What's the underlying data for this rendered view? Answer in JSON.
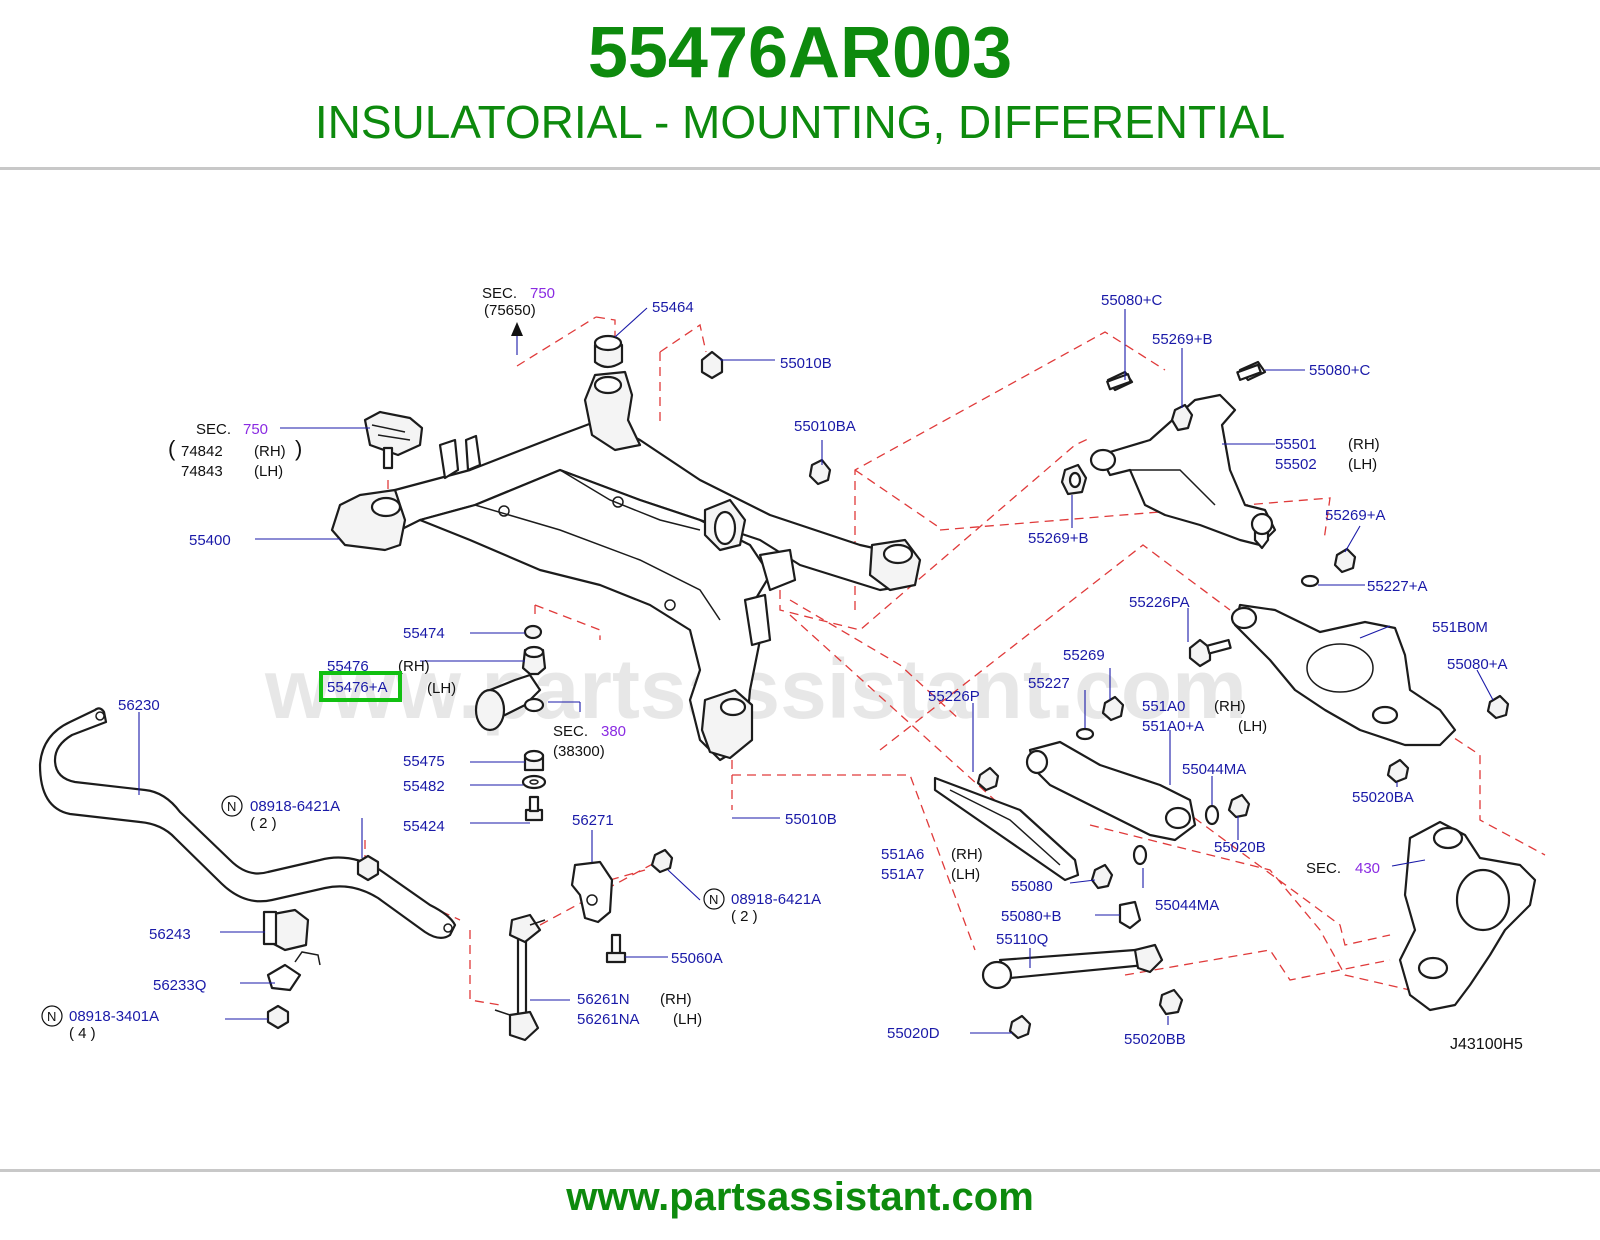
{
  "header": {
    "part_number": "55476AR003",
    "description": "INSULATORIAL - MOUNTING, DIFFERENTIAL"
  },
  "footer": {
    "website": "www.partsassistant.com"
  },
  "watermark": "www.partsassistant.com",
  "diagram_code": "J43100H5",
  "highlight_color": "#11c011",
  "brand_color": "#0d8a0d",
  "sections": {
    "sec750_top": {
      "prefix": "SEC.",
      "num": "750",
      "sub": "(75650)"
    },
    "sec750_left": {
      "prefix": "SEC.",
      "num": "750"
    },
    "sec380": {
      "prefix": "SEC.",
      "num": "380",
      "sub": "(38300)"
    },
    "sec430": {
      "prefix": "SEC.",
      "num": "430"
    }
  },
  "labels": {
    "p55464": "55464",
    "p55010B_a": "55010B",
    "p55010BA": "55010BA",
    "p74842": "74842",
    "p74843": "74843",
    "p55400": "55400",
    "p55474": "55474",
    "p55476": "55476",
    "p55476A": "55476+A",
    "p55475": "55475",
    "p55482": "55482",
    "p55424": "55424",
    "p56230": "56230",
    "pN08918_6421A_a": "08918-6421A",
    "q2_a": "( 2 )",
    "p56243": "56243",
    "p56233Q": "56233Q",
    "pN08918_3401A": "08918-3401A",
    "q4": "( 4 )",
    "p56271": "56271",
    "pN08918_6421A_b": "08918-6421A",
    "q2_b": "( 2 )",
    "p55060A": "55060A",
    "p56261N": "56261N",
    "p56261NA": "56261NA",
    "p55010B_b": "55010B",
    "p55080C_a": "55080+C",
    "p55269B_a": "55269+B",
    "p55080C_b": "55080+C",
    "p55501": "55501",
    "p55502": "55502",
    "p55269B_b": "55269+B",
    "p55269A": "55269+A",
    "p55227A": "55227+A",
    "p55226PA": "55226PA",
    "p551B0M": "551B0M",
    "p55269": "55269",
    "p55227": "55227",
    "p55226P": "55226P",
    "p551A0": "551A0",
    "p551A0A": "551A0+A",
    "p55080A": "55080+A",
    "p55044MA_a": "55044MA",
    "p55020BA": "55020BA",
    "p55020B": "55020B",
    "p551A6": "551A6",
    "p551A7": "551A7",
    "p55080": "55080",
    "p55044MA_b": "55044MA",
    "p55080B": "55080+B",
    "p55110Q": "55110Q",
    "p55020D": "55020D",
    "p55020BB": "55020BB",
    "rh": "(RH)",
    "lh": "(LH)",
    "n": "N"
  }
}
